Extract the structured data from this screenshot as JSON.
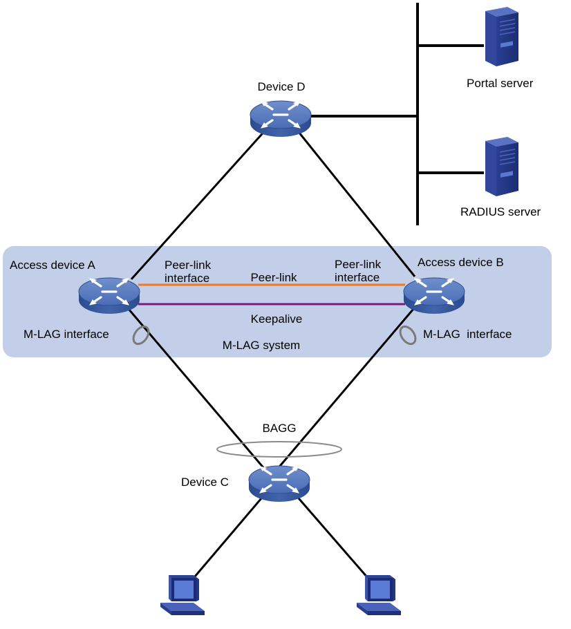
{
  "colors": {
    "mlag_region": "#c3cfe9",
    "peer_link": "#f07a1e",
    "keepalive": "#7d1a86",
    "device_blue": "#3d5ea6",
    "server_blue": "#23388a",
    "link": "#000000"
  },
  "devices": {
    "device_d": {
      "label": "Device D",
      "icon": "router-icon"
    },
    "access_a": {
      "label": "Access device A",
      "icon": "switch-icon"
    },
    "access_b": {
      "label": "Access device B",
      "icon": "switch-icon"
    },
    "device_c": {
      "label": "Device C",
      "icon": "router-icon"
    }
  },
  "servers": {
    "portal": {
      "label": "Portal server",
      "icon": "server-icon"
    },
    "radius": {
      "label": "RADIUS server",
      "icon": "server-icon"
    }
  },
  "hosts": [
    {
      "icon": "pc-icon"
    },
    {
      "icon": "pc-icon"
    }
  ],
  "labels": {
    "peer_link_interface_a": [
      "Peer-link",
      "interface"
    ],
    "peer_link_interface_b": [
      "Peer-link",
      "interface"
    ],
    "peer_link": "Peer-link",
    "keepalive": "Keepalive",
    "mlag_interface_a": "M-LAG interface",
    "mlag_interface_b": "M-LAG  interface",
    "mlag_system": "M-LAG system",
    "bagg": "BAGG"
  }
}
